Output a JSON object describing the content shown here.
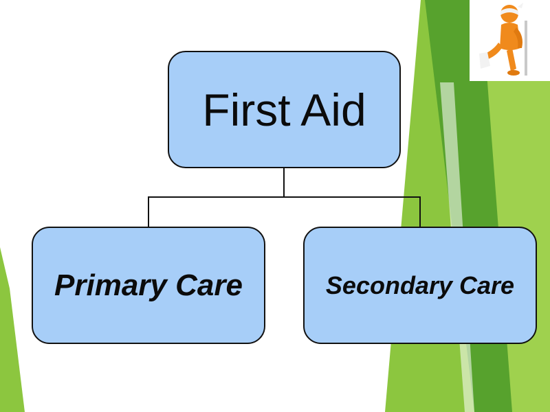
{
  "diagram": {
    "root": {
      "label": "First Aid"
    },
    "children": [
      {
        "label": "Primary Care"
      },
      {
        "label": "Secondary Care"
      }
    ]
  },
  "colors": {
    "node_fill": "#a7cef8",
    "node_border": "#111111",
    "accent_green": "#8cc63f",
    "dark_green": "#4e9b2a",
    "figure_orange": "#f08a1c"
  },
  "decor": {
    "clipart_icon": "injured-person-icon"
  }
}
